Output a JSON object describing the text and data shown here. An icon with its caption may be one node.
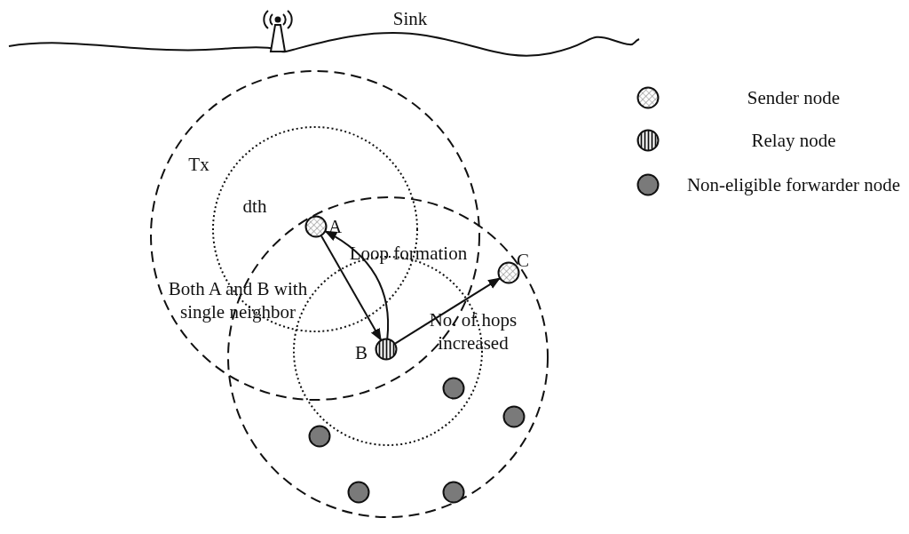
{
  "diagram": {
    "nodes": [
      {
        "text": [],
        "shape": "circle",
        "beside": [
          "A"
        ]
      },
      {
        "text": [],
        "shape": "circle",
        "beside": [
          "B"
        ]
      },
      {
        "text": [],
        "shape": "circle",
        "beside": [
          "C"
        ]
      },
      {
        "text": [],
        "shape": "circle"
      },
      {
        "text": [],
        "shape": "circle"
      },
      {
        "text": [],
        "shape": "circle"
      },
      {
        "text": [],
        "shape": "circle"
      },
      {
        "text": [],
        "shape": "circle"
      }
    ],
    "edges": [
      {
        "from": 0,
        "to": 1,
        "arrow": "to"
      },
      {
        "from": 1,
        "to": 0,
        "arrow": "to"
      },
      {
        "from": 1,
        "to": 2,
        "arrow": "to"
      }
    ],
    "labels": [
      "Sink",
      "Tx",
      "dth",
      "Loop formation",
      "Both A and B with single neighbor",
      "No. of hops increased"
    ],
    "legend": [
      {
        "text": "Sender node"
      },
      {
        "text": "Relay node"
      },
      {
        "text": "Non-eligible forwarder node"
      }
    ]
  }
}
